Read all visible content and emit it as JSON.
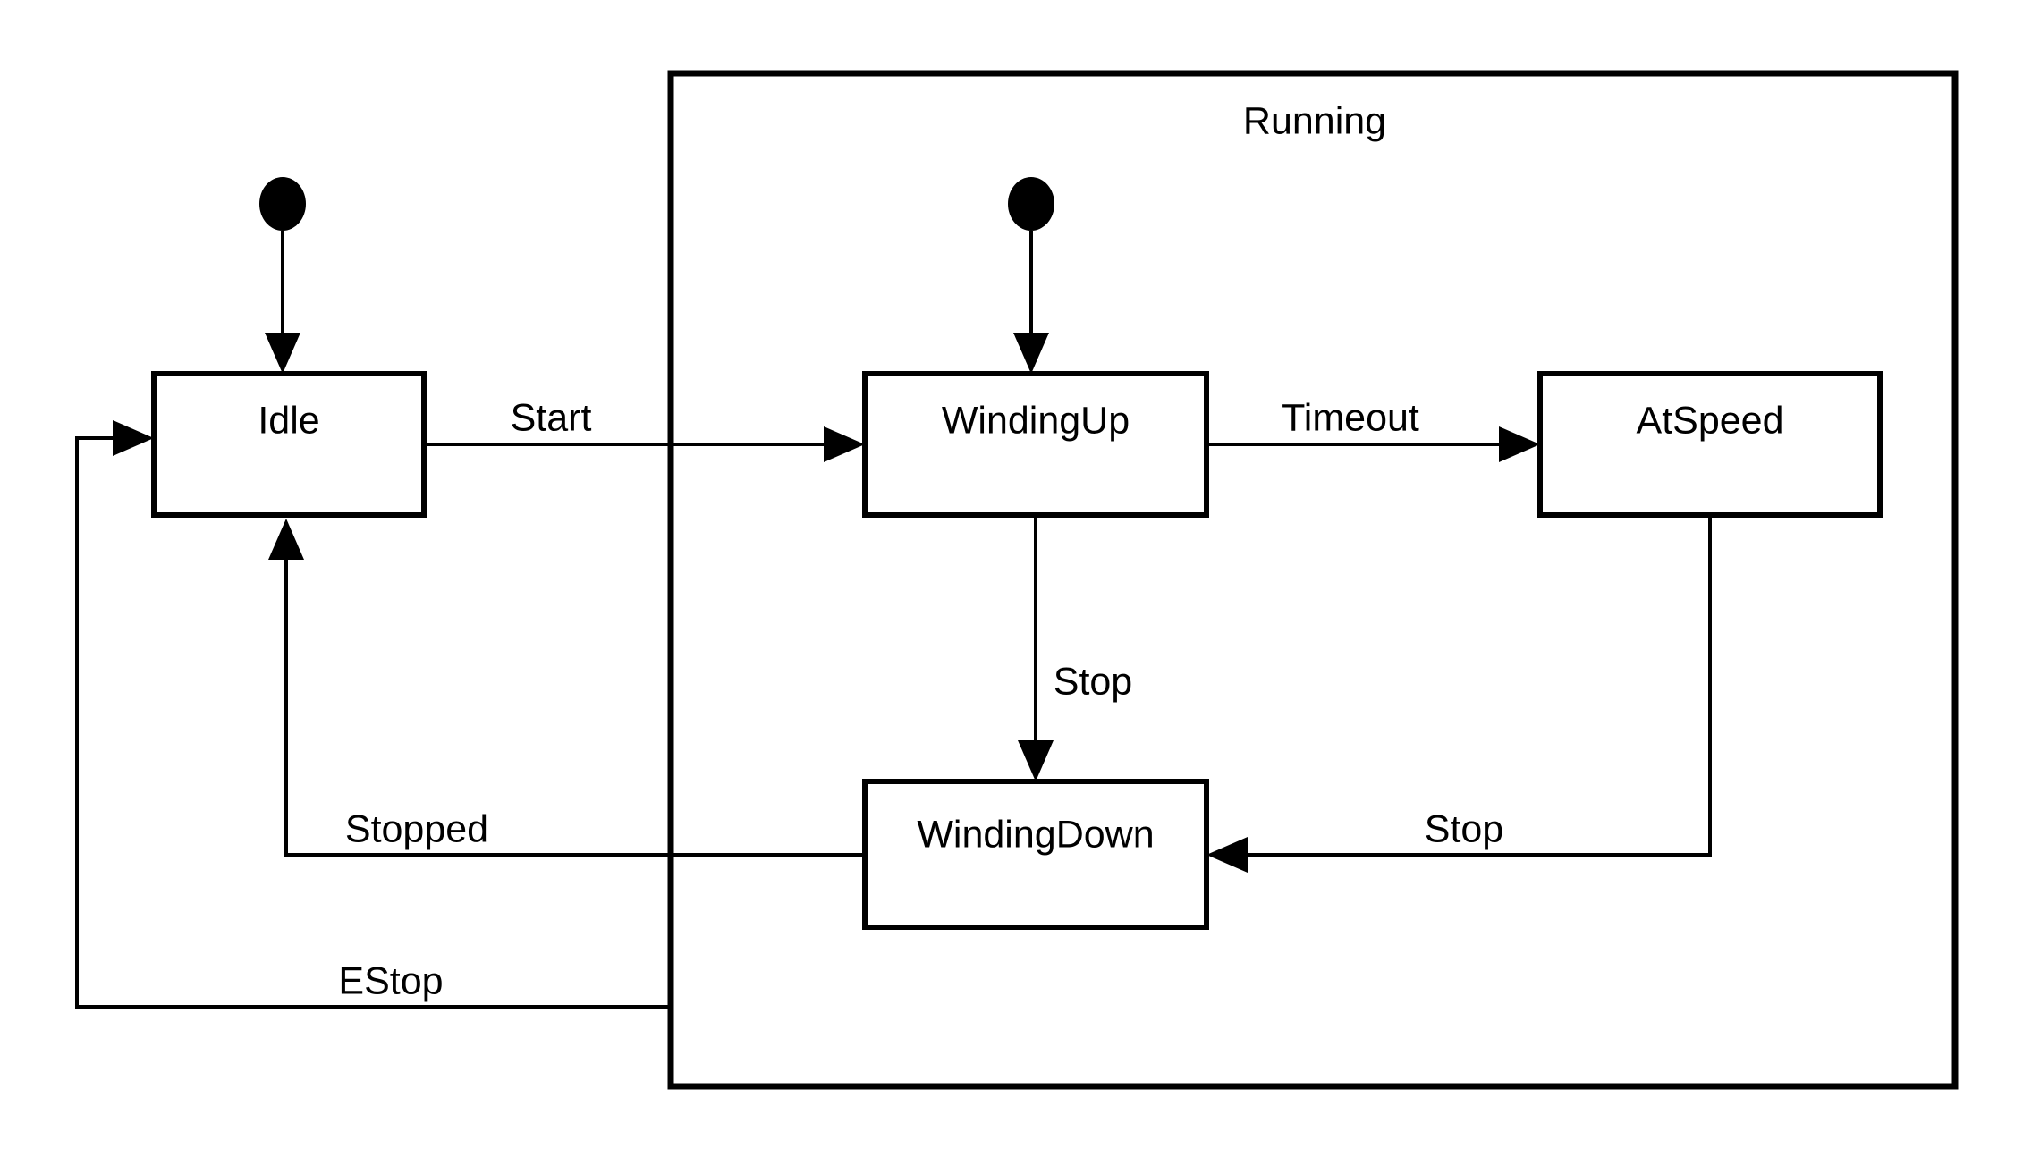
{
  "diagram": {
    "type": "uml-state-machine",
    "title": "",
    "background_color": "#ffffff",
    "line_color": "#000000",
    "composite_state": {
      "name": "Running",
      "label": "Running"
    },
    "states": [
      {
        "id": "idle",
        "label": "Idle",
        "parent": ""
      },
      {
        "id": "windingup",
        "label": "WindingUp",
        "parent": "Running"
      },
      {
        "id": "atspeed",
        "label": "AtSpeed",
        "parent": "Running"
      },
      {
        "id": "windingdown",
        "label": "WindingDown",
        "parent": "Running"
      }
    ],
    "initial_states": [
      {
        "id": "initial-outer",
        "target": "Idle",
        "parent": ""
      },
      {
        "id": "initial-inner",
        "target": "WindingUp",
        "parent": "Running"
      }
    ],
    "transitions": [
      {
        "id": "t-start",
        "label": "Start",
        "from": "Idle",
        "to": "WindingUp"
      },
      {
        "id": "t-timeout",
        "label": "Timeout",
        "from": "WindingUp",
        "to": "AtSpeed"
      },
      {
        "id": "t-stop-up",
        "label": "Stop",
        "from": "WindingUp",
        "to": "WindingDown"
      },
      {
        "id": "t-stop-at",
        "label": "Stop",
        "from": "AtSpeed",
        "to": "WindingDown"
      },
      {
        "id": "t-stopped",
        "label": "Stopped",
        "from": "WindingDown",
        "to": "Idle"
      },
      {
        "id": "t-estop",
        "label": "EStop",
        "from": "Running",
        "to": "Idle"
      }
    ]
  }
}
